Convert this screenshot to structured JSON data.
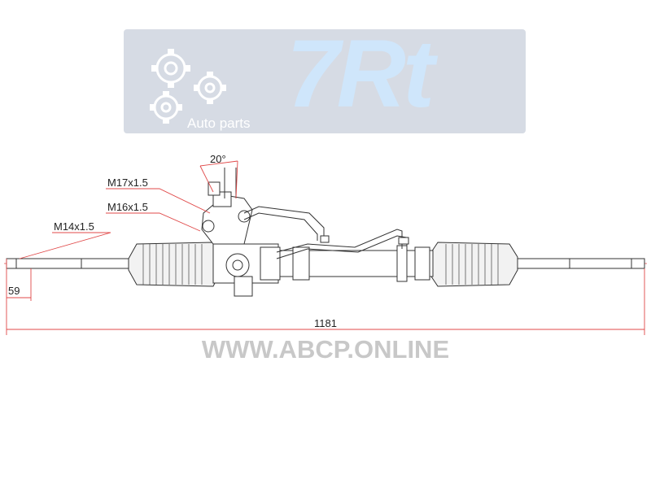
{
  "logo": {
    "brand": "7Rt",
    "tagline": "Auto parts"
  },
  "drawing": {
    "angle_label": "20°",
    "fittings": [
      "M17x1.5",
      "M16x1.5",
      "M14x1.5"
    ],
    "dim_end": "59",
    "dim_total": "1181"
  },
  "watermark": "WWW.ABCP.ONLINE",
  "colors": {
    "dimension_line": "#e04848",
    "outline": "#333333",
    "logo_panel": "#d6dbe4",
    "brand_text": "#cfe6fb"
  }
}
